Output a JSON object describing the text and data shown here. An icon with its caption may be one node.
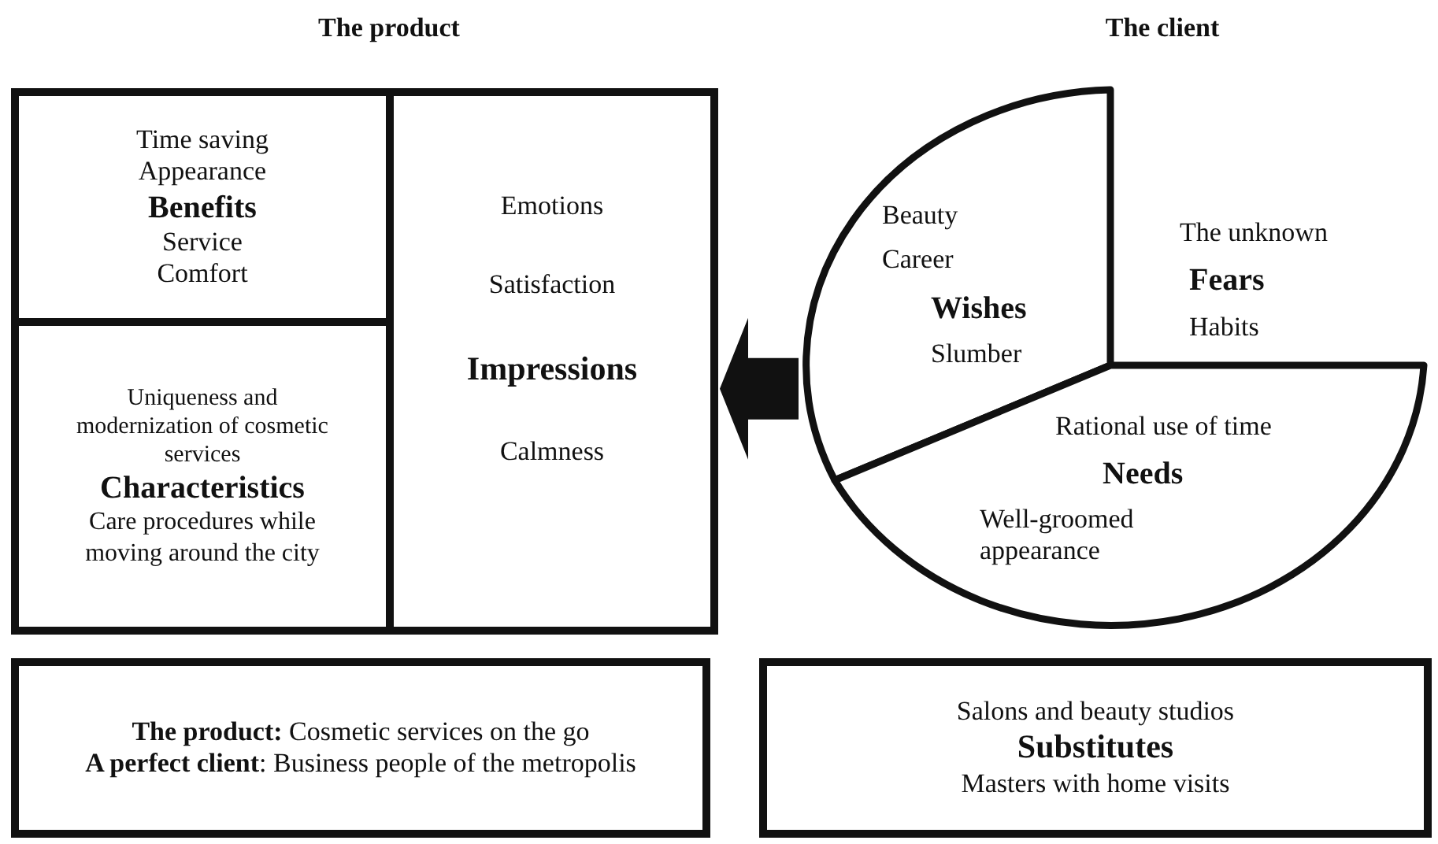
{
  "diagram": {
    "nodes": [
      {
        "text": [
          "Time saving",
          "Appearance",
          "Benefits",
          "Service",
          "Comfort"
        ]
      },
      {
        "text": [
          "Uniqueness and modernization of cosmetic services",
          "Characteristics",
          "Care procedures while moving around the city"
        ]
      },
      {
        "text": [
          "Emotions",
          "Satisfaction",
          "Impressions",
          "Calmness"
        ]
      },
      {
        "text": [
          "Beauty",
          "Career",
          "Wishes",
          "Slumber"
        ]
      },
      {
        "text": [
          "The unknown",
          "Fears",
          "Habits"
        ]
      },
      {
        "text": [
          "Rational use of time",
          "Needs",
          "Well-groomed appearance"
        ]
      },
      {
        "text": [
          "**The product:** Cosmetic services on the go",
          "**A perfect client**: Business people of the metropolis"
        ]
      },
      {
        "text": [
          "Salons and beauty studios",
          "Substitutes",
          "Masters with home visits"
        ]
      }
    ],
    "edges": [
      {
        "from": 3,
        "to": 2,
        "arrow": "to",
        "style": "thick"
      }
    ],
    "labels": [
      "The product",
      "The client"
    ]
  }
}
